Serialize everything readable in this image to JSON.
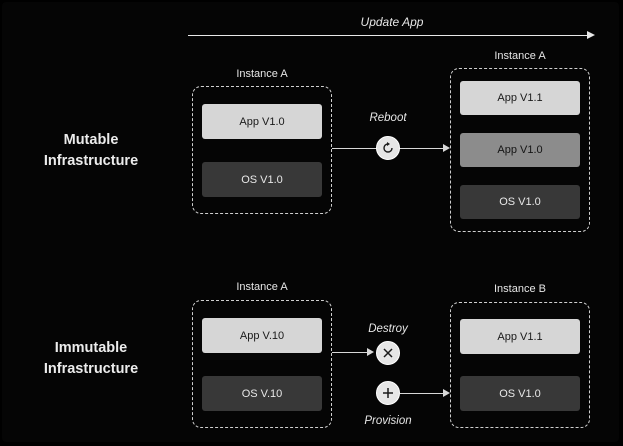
{
  "header": {
    "update_label": "Update App"
  },
  "rows": {
    "mutable": {
      "label_line1": "Mutable",
      "label_line2": "Infrastructure",
      "action": "Reboot",
      "action_icon": "reboot-icon",
      "before": {
        "title": "Instance A",
        "layers": [
          "App V1.0",
          "OS V1.0"
        ]
      },
      "after": {
        "title": "Instance A",
        "layers": [
          "App V1.1",
          "App V1.0",
          "OS V1.0"
        ]
      }
    },
    "immutable": {
      "label_line1": "Immutable",
      "label_line2": "Infrastructure",
      "destroy_action": "Destroy",
      "destroy_icon": "close-icon",
      "provision_action": "Provision",
      "provision_icon": "plus-icon",
      "before": {
        "title": "Instance A",
        "layers": [
          "App V.10",
          "OS V.10"
        ]
      },
      "after": {
        "title": "Instance B",
        "layers": [
          "App V1.1",
          "OS V1.0"
        ]
      }
    }
  },
  "colors": {
    "background": "#000000",
    "layer_light": "#d6d6d6",
    "layer_mid": "#8c8c8c",
    "layer_dark": "#383838",
    "outline": "#cfcfcf"
  }
}
